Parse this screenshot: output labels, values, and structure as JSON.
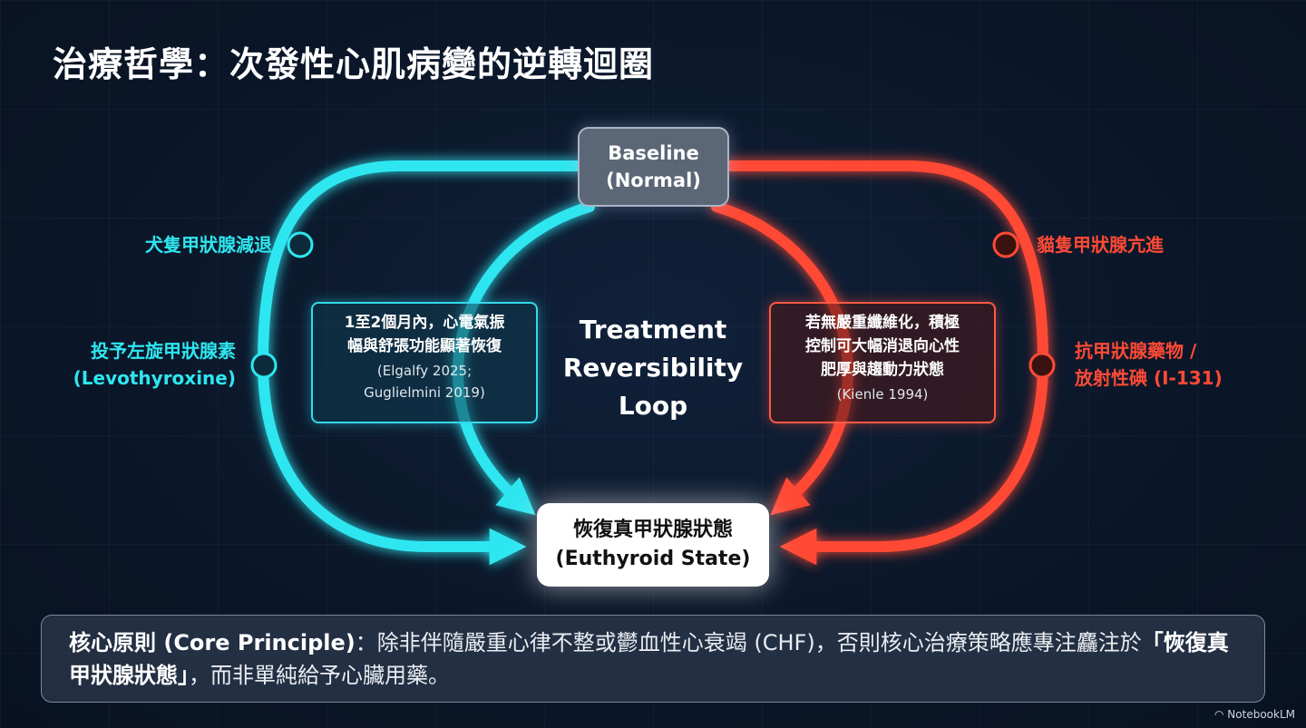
{
  "title": "治療哲學：次發性心肌病變的逆轉迴圈",
  "baseline": {
    "line1": "Baseline",
    "line2": "(Normal)"
  },
  "center_label": {
    "line1": "Treatment",
    "line2": "Reversibility",
    "line3": "Loop"
  },
  "left_path": {
    "condition": "犬隻甲狀腺減退",
    "treatment_line1": "投予左旋甲狀腺素",
    "treatment_line2": "(Levothyroxine)",
    "color": "#2ee6f0"
  },
  "right_path": {
    "condition": "貓隻甲狀腺亢進",
    "treatment_line1": "抗甲狀腺藥物 /",
    "treatment_line2": "放射性碘 (I-131)",
    "color": "#ff4a36"
  },
  "left_box": {
    "line1": "1至2個月內，心電氣振",
    "line2": "幅與舒張功能顯著恢復",
    "cite1": "(Elgalfy 2025;",
    "cite2": "Guglielmini 2019)"
  },
  "right_box": {
    "line1": "若無嚴重纖維化，積極",
    "line2": "控制可大幅消退向心性",
    "line3": "肥厚與趨動力狀態",
    "cite1": "(Kienle 1994)"
  },
  "euthyroid": {
    "line1": "恢復真甲狀腺狀態",
    "line2": "(Euthyroid State)"
  },
  "principle": {
    "label": "核心原則 (Core Principle)",
    "text1": "：除非伴隨嚴重心律不整或鬱血性心衰竭 (CHF)，否則核心治療策略應專注麤注於",
    "highlight": "「恢復真甲狀腺狀態」",
    "text2": "，而非單純給予心臟用藥。"
  },
  "watermark": "NotebookLM"
}
